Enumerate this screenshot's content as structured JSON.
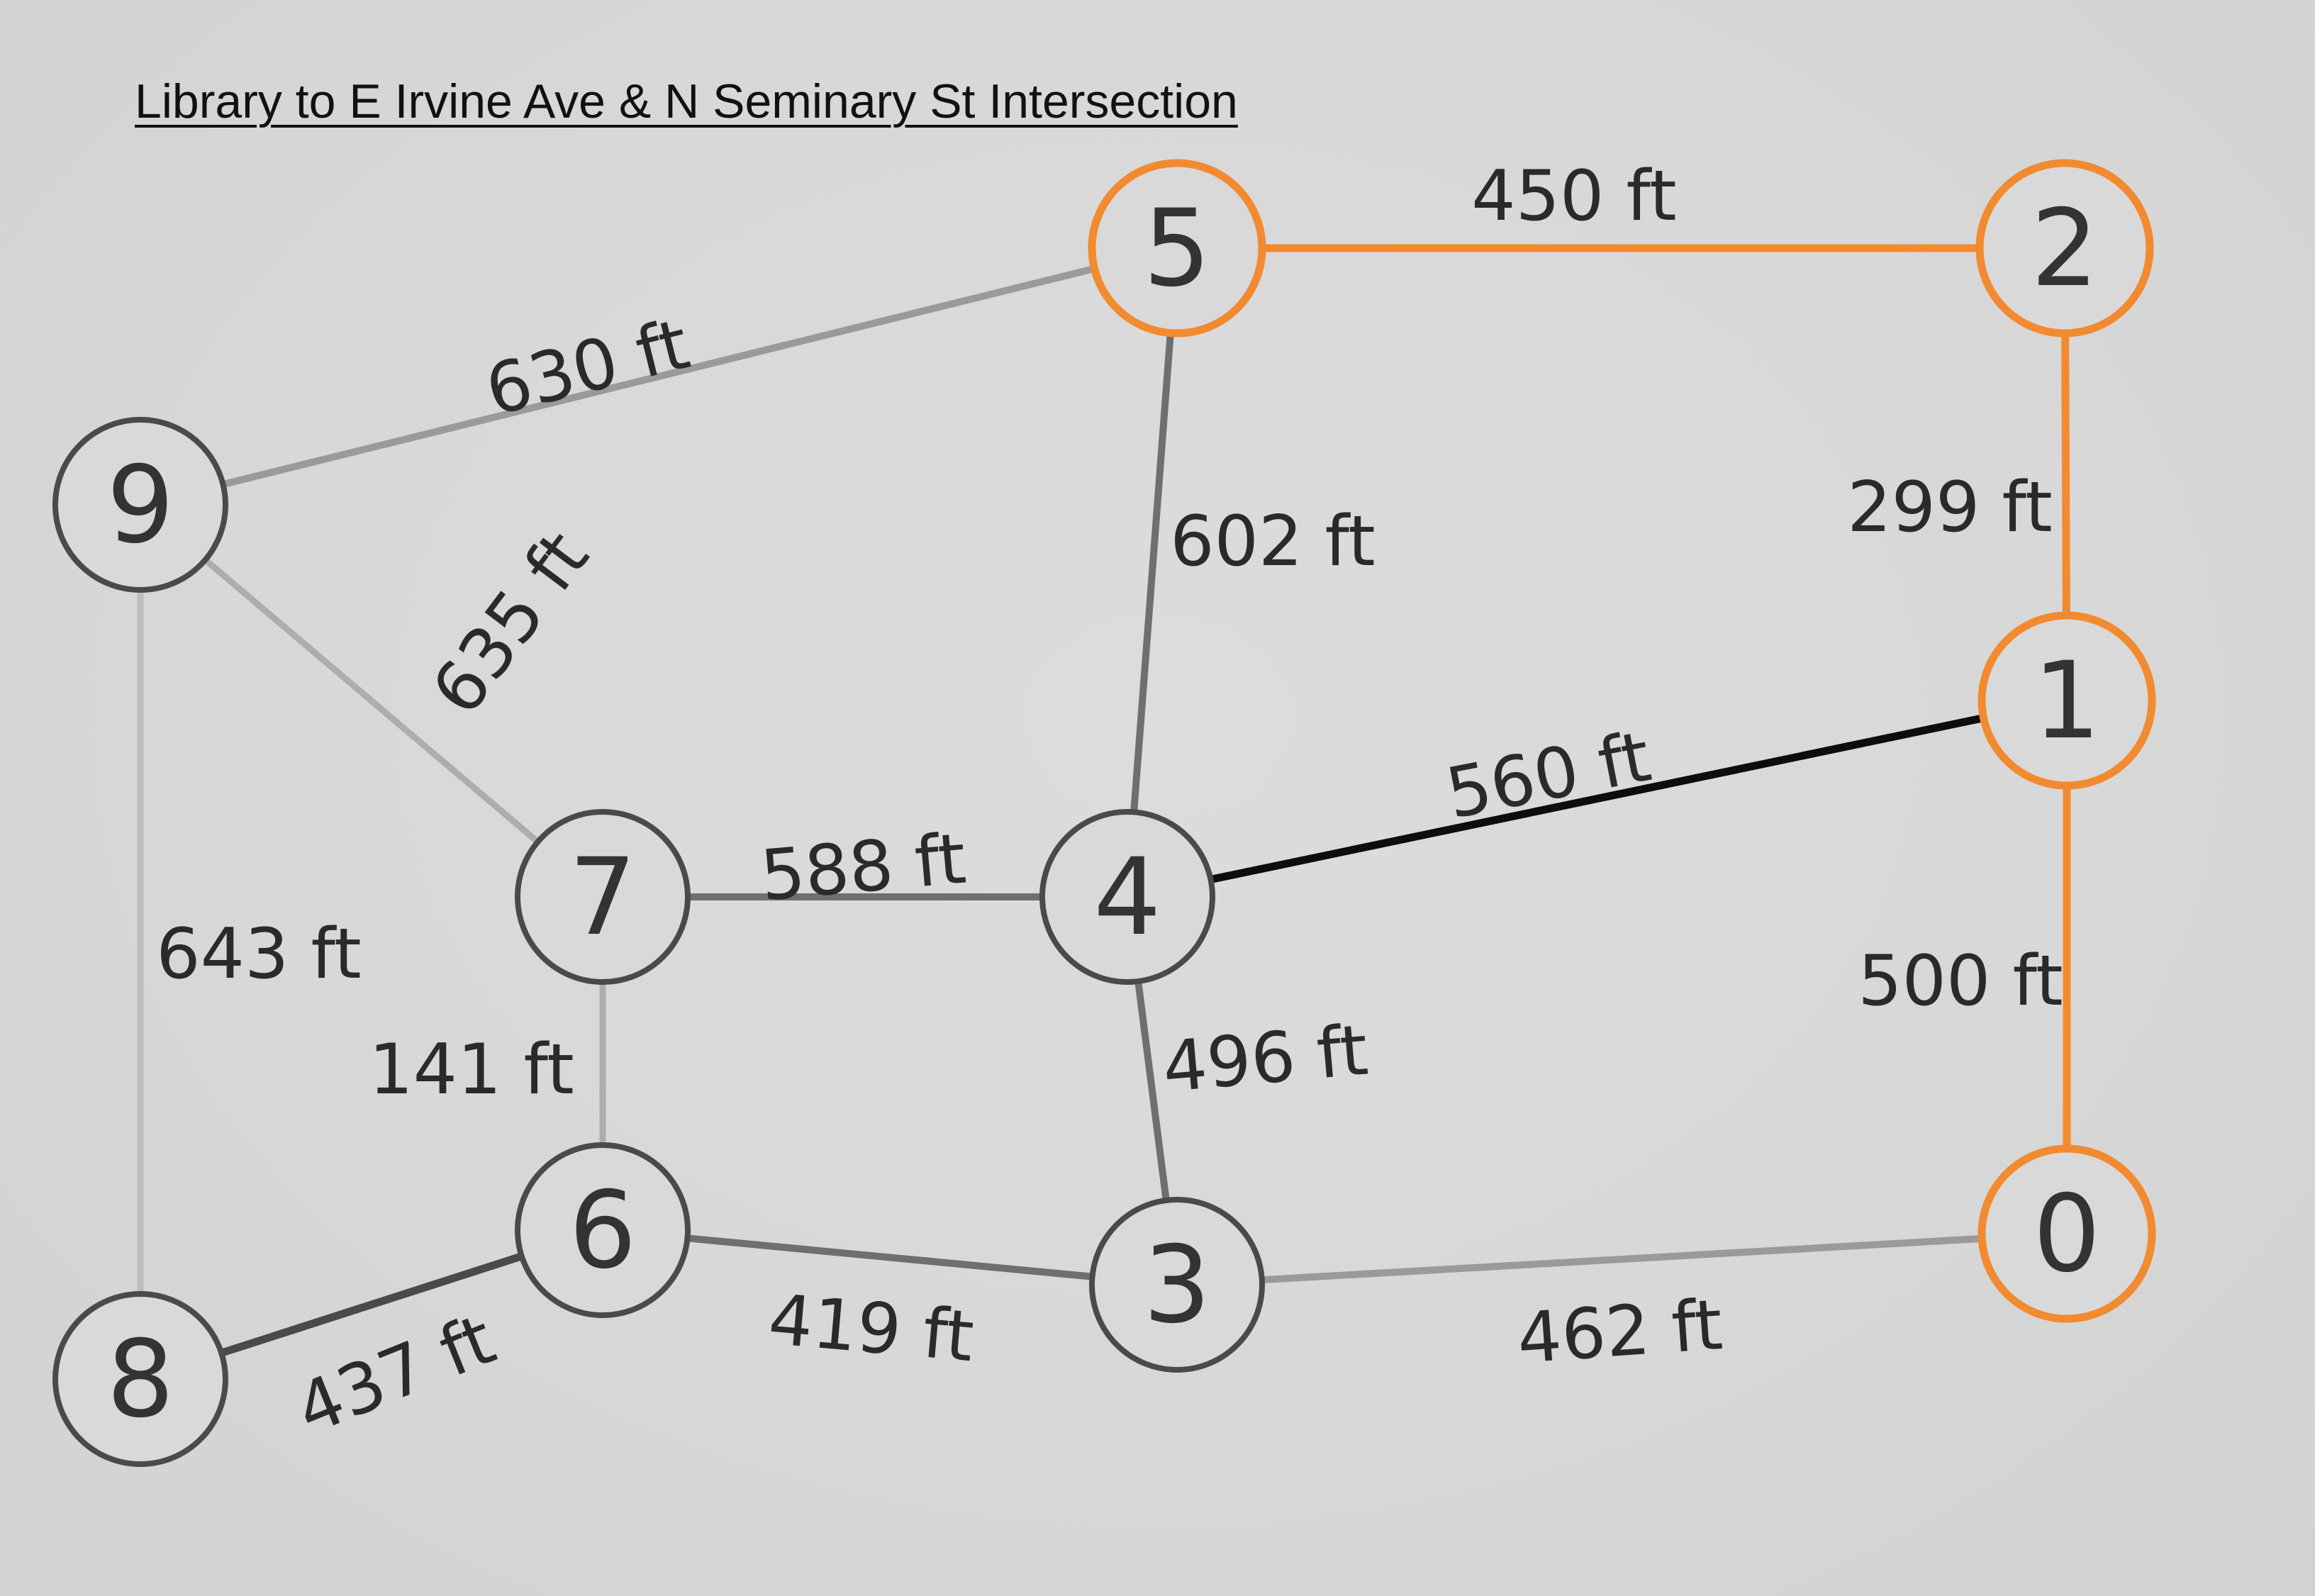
{
  "title": "Library to E Irvine Ave & N Seminary St Intersection",
  "colors": {
    "background": "#d9d9d9",
    "highlight": "#f28a30",
    "node_outline": "#4a4a4a",
    "node_fill": "#d9d9d9",
    "text": "#2a2a2a"
  },
  "nodes": [
    {
      "id": "0",
      "label": "0",
      "highlighted": true
    },
    {
      "id": "1",
      "label": "1",
      "highlighted": true
    },
    {
      "id": "2",
      "label": "2",
      "highlighted": true
    },
    {
      "id": "3",
      "label": "3",
      "highlighted": false
    },
    {
      "id": "4",
      "label": "4",
      "highlighted": false
    },
    {
      "id": "5",
      "label": "5",
      "highlighted": true
    },
    {
      "id": "6",
      "label": "6",
      "highlighted": false
    },
    {
      "id": "7",
      "label": "7",
      "highlighted": false
    },
    {
      "id": "8",
      "label": "8",
      "highlighted": false
    },
    {
      "id": "9",
      "label": "9",
      "highlighted": false
    }
  ],
  "edges": [
    {
      "from": "5",
      "to": "2",
      "label": "450 ft",
      "style": "highlight"
    },
    {
      "from": "2",
      "to": "1",
      "label": "299 ft",
      "style": "highlight"
    },
    {
      "from": "1",
      "to": "0",
      "label": "500 ft",
      "style": "highlight"
    },
    {
      "from": "9",
      "to": "5",
      "label": "630 ft",
      "style": "light"
    },
    {
      "from": "9",
      "to": "7",
      "label": "635 ft",
      "style": "lighter"
    },
    {
      "from": "5",
      "to": "4",
      "label": "602 ft",
      "style": "medium"
    },
    {
      "from": "4",
      "to": "1",
      "label": "560 ft",
      "style": "dark"
    },
    {
      "from": "7",
      "to": "4",
      "label": "588 ft",
      "style": "medium"
    },
    {
      "from": "9",
      "to": "8",
      "label": "643 ft",
      "style": "lightest"
    },
    {
      "from": "7",
      "to": "6",
      "label": "141 ft",
      "style": "lighter"
    },
    {
      "from": "4",
      "to": "3",
      "label": "496 ft",
      "style": "medium"
    },
    {
      "from": "6",
      "to": "3",
      "label": "419 ft",
      "style": "medium"
    },
    {
      "from": "8",
      "to": "6",
      "label": "437 ft",
      "style": "darker"
    },
    {
      "from": "3",
      "to": "0",
      "label": "462 ft",
      "style": "light"
    }
  ]
}
